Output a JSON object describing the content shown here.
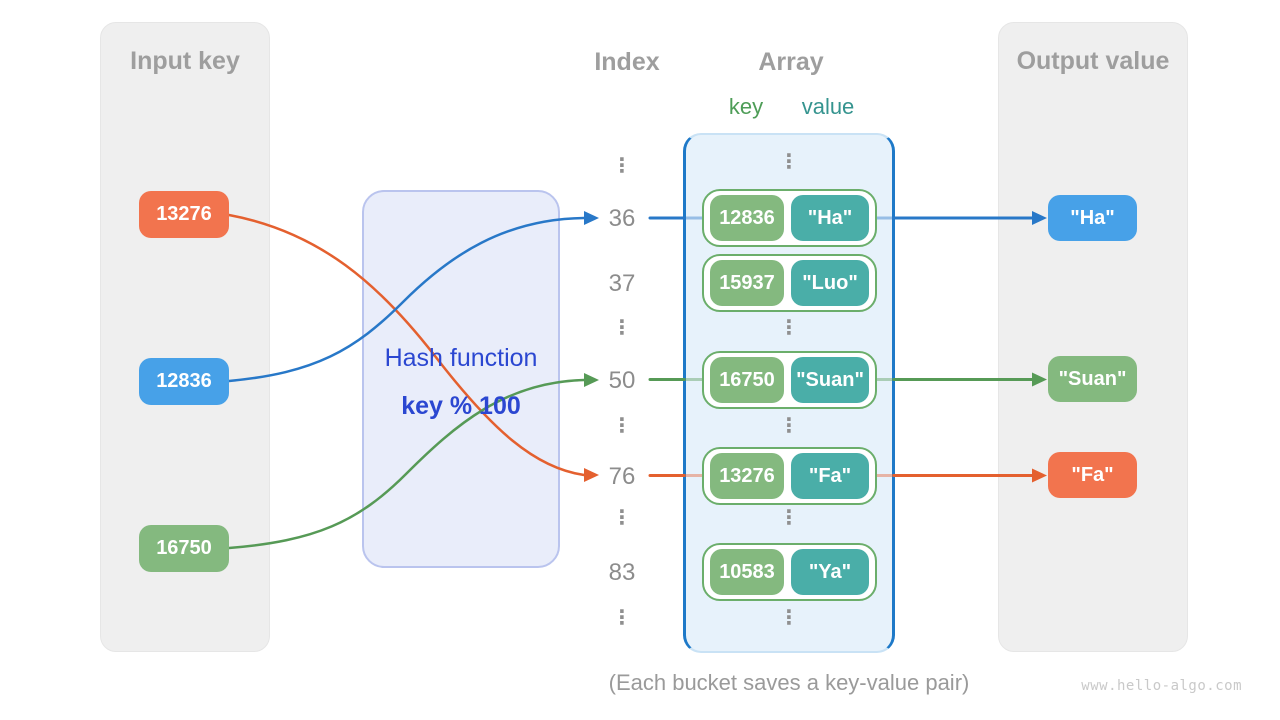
{
  "colors": {
    "orange_box": "#F2744E",
    "blue_box": "#47A1E8",
    "green_box": "#84B97F",
    "teal_box": "#4AAEA8",
    "orange_line": "#E4602F",
    "blue_line": "#2878C8",
    "green_line": "#569A56",
    "panel_bg": "#EFEFEF",
    "panel_title": "#9E9E9E",
    "index_text": "#8C8C8C",
    "hash_text": "#2B47D1",
    "hash_bg": "#E9EDFA",
    "hash_border": "#BAC4EE",
    "array_bg": "#E7F2FB",
    "array_border": "#1E79C8",
    "bucket_border": "#6BAE6B",
    "key_label": "#4E9D57",
    "value_label": "#35948F",
    "caption_text": "#9A9A9A",
    "watermark_text": "#C9C9C9"
  },
  "input_panel": {
    "title": "Input key",
    "keys": [
      "13276",
      "12836",
      "16750"
    ]
  },
  "hash_function": {
    "label": "Hash function",
    "formula": "key % 100"
  },
  "index_column": {
    "title": "Index",
    "ellipsis": "⋮",
    "indices": [
      "36",
      "37",
      "50",
      "76",
      "83"
    ]
  },
  "array": {
    "title": "Array",
    "key_label": "key",
    "value_label": "value",
    "buckets": [
      {
        "key": "12836",
        "value": "\"Ha\""
      },
      {
        "key": "15937",
        "value": "\"Luo\""
      },
      {
        "key": "16750",
        "value": "\"Suan\""
      },
      {
        "key": "13276",
        "value": "\"Fa\""
      },
      {
        "key": "10583",
        "value": "\"Ya\""
      }
    ]
  },
  "output_panel": {
    "title": "Output value",
    "values": [
      "\"Ha\"",
      "\"Suan\"",
      "\"Fa\""
    ]
  },
  "caption": "(Each bucket saves a key-value pair)",
  "watermark": "www.hello-algo.com"
}
